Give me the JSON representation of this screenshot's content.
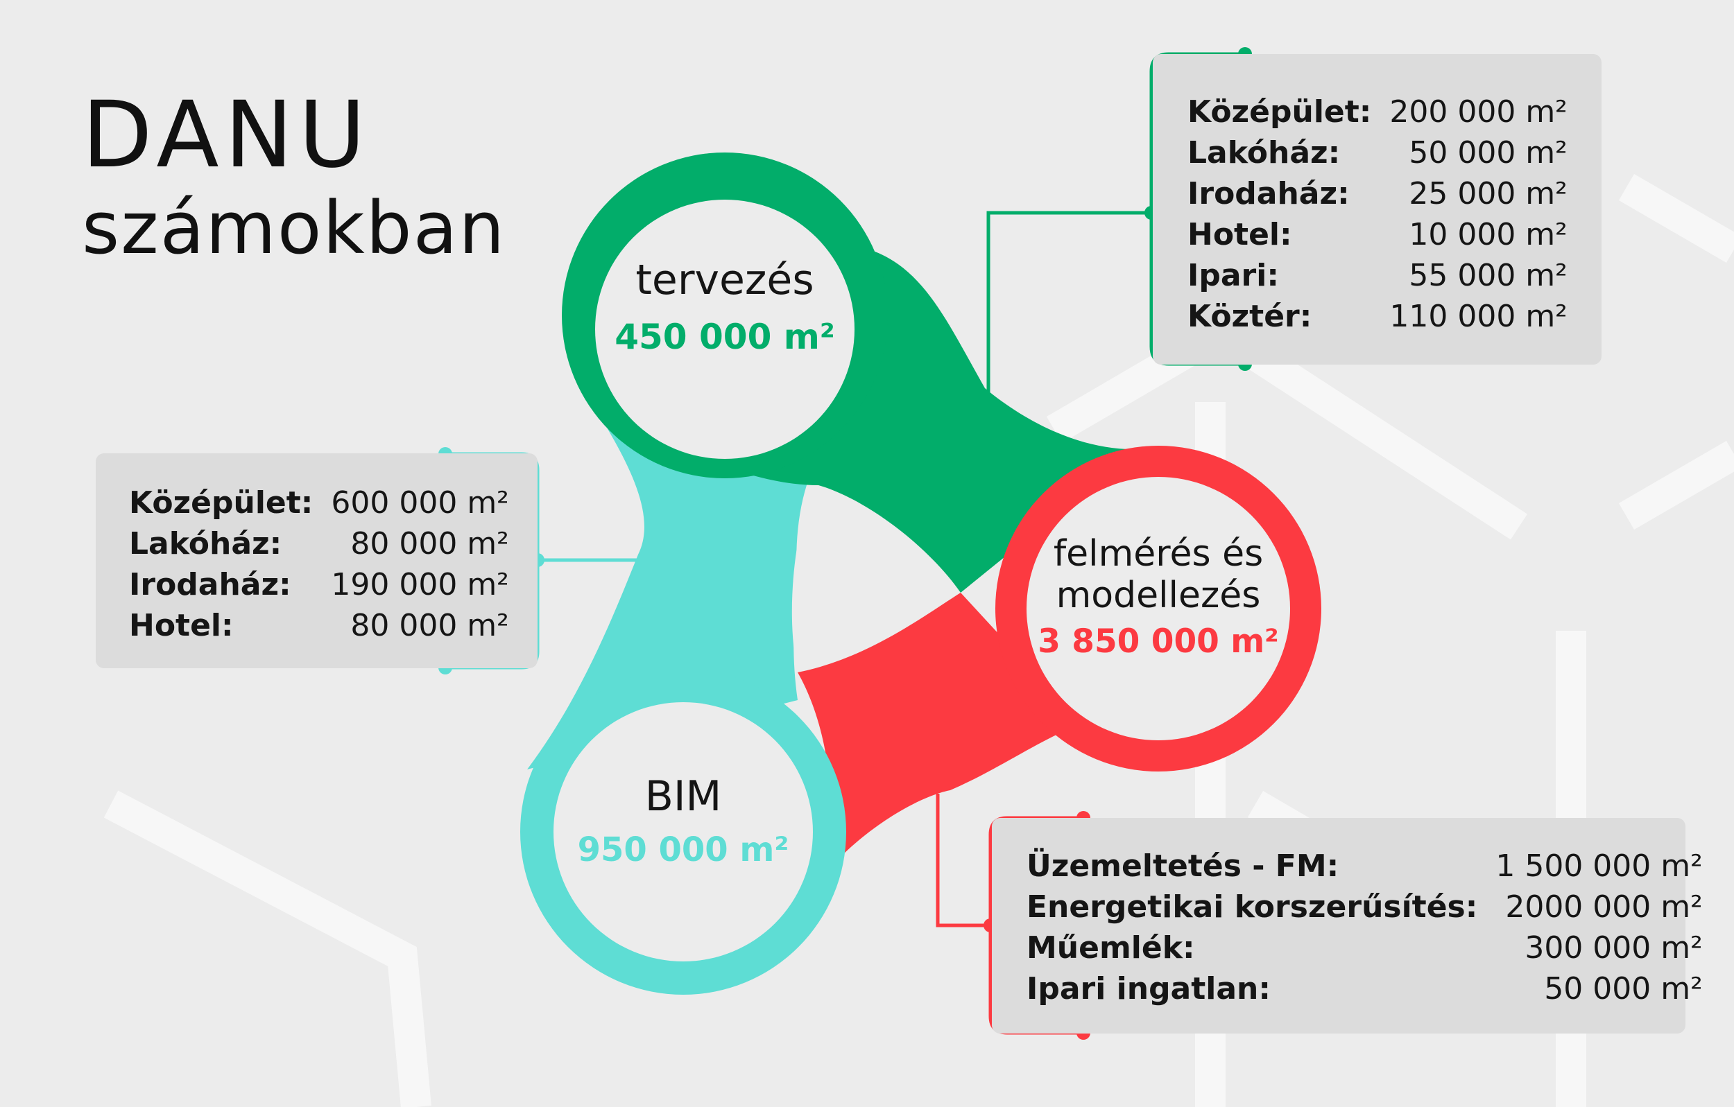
{
  "title": {
    "line1": "DANU",
    "line2": "számokban"
  },
  "colors": {
    "green": "#02ad6a",
    "cyan": "#5eddd4",
    "red": "#fc3a41",
    "hub_fill": "#ececec",
    "panel": "#dcdcdc",
    "text": "#151515"
  },
  "hubs": {
    "tervezes": {
      "label_1": "tervezés",
      "label_2": "",
      "value": "450 000 m²"
    },
    "felmeres": {
      "label_1": "felmérés és",
      "label_2": "modellezés",
      "value": "3 850 000 m²"
    },
    "bim": {
      "label_1": "BIM",
      "label_2": "",
      "value": "950 000 m²"
    }
  },
  "panels": {
    "tervezes": {
      "rows": [
        {
          "key": "Középület:",
          "value": "200 000 m²"
        },
        {
          "key": "Lakóház:",
          "value": "50 000 m²"
        },
        {
          "key": "Irodaház:",
          "value": "25 000 m²"
        },
        {
          "key": "Hotel:",
          "value": "10 000 m²"
        },
        {
          "key": "Ipari:",
          "value": "55 000 m²"
        },
        {
          "key": "Köztér:",
          "value": "110 000 m²"
        }
      ]
    },
    "bim": {
      "rows": [
        {
          "key": "Középület:",
          "value": "600 000 m²"
        },
        {
          "key": "Lakóház:",
          "value": "80 000 m²"
        },
        {
          "key": "Irodaház:",
          "value": "190 000 m²"
        },
        {
          "key": "Hotel:",
          "value": "80 000 m²"
        }
      ]
    },
    "felmeres": {
      "rows": [
        {
          "key": "Üzemeltetés - FM:",
          "value": "1 500 000 m²"
        },
        {
          "key": "Energetikai korszerűsítés:",
          "value": "2000 000 m²"
        },
        {
          "key": "Műemlék:",
          "value": "300 000 m²"
        },
        {
          "key": "Ipari ingatlan:",
          "value": "50 000 m²"
        }
      ]
    }
  }
}
